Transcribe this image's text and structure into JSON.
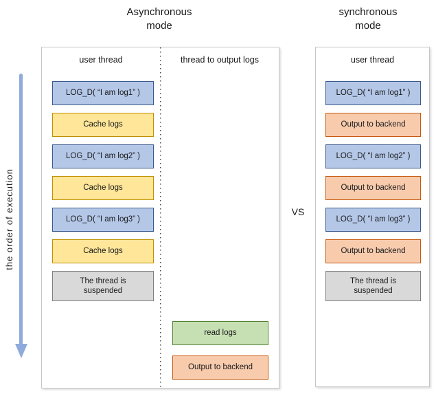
{
  "titles": {
    "left": "Asynchronous\nmode",
    "right": "synchronous\nmode"
  },
  "order_label": "the order of execution",
  "vs_label": "VS",
  "async_panel": {
    "user_thread_header": "user thread",
    "output_thread_header": "thread to output logs",
    "user_boxes": [
      {
        "label": "LOG_D( “I am log1” )",
        "type": "log"
      },
      {
        "label": "Cache logs",
        "type": "cache"
      },
      {
        "label": "LOG_D( “I am log2” )",
        "type": "log"
      },
      {
        "label": "Cache logs",
        "type": "cache"
      },
      {
        "label": "LOG_D( “I am log3” )",
        "type": "log"
      },
      {
        "label": "Cache logs",
        "type": "cache"
      },
      {
        "label": "The thread is suspended",
        "type": "suspended"
      }
    ],
    "output_boxes": [
      {
        "label": "read logs",
        "type": "read"
      },
      {
        "label": "Output to backend",
        "type": "output"
      }
    ]
  },
  "sync_panel": {
    "user_thread_header": "user thread",
    "boxes": [
      {
        "label": "LOG_D( “I am log1” )",
        "type": "log"
      },
      {
        "label": "Output to backend",
        "type": "output"
      },
      {
        "label": "LOG_D( “I am log2” )",
        "type": "log"
      },
      {
        "label": "Output to backend",
        "type": "output"
      },
      {
        "label": "LOG_D( “I am log3” )",
        "type": "log"
      },
      {
        "label": "Output to backend",
        "type": "output"
      },
      {
        "label": "The thread is suspended",
        "type": "suspended"
      }
    ]
  },
  "colors": {
    "blue_fill": "#b4c7e7",
    "blue_border": "#3a5a8c",
    "yellow_fill": "#ffe699",
    "yellow_border": "#bf8f00",
    "orange_fill": "#f8cbad",
    "orange_border": "#c55a11",
    "green_fill": "#c6e0b4",
    "green_border": "#538135",
    "gray_fill": "#d9d9d9",
    "gray_border": "#7f7f7f",
    "arrow_color": "#8faadc"
  }
}
